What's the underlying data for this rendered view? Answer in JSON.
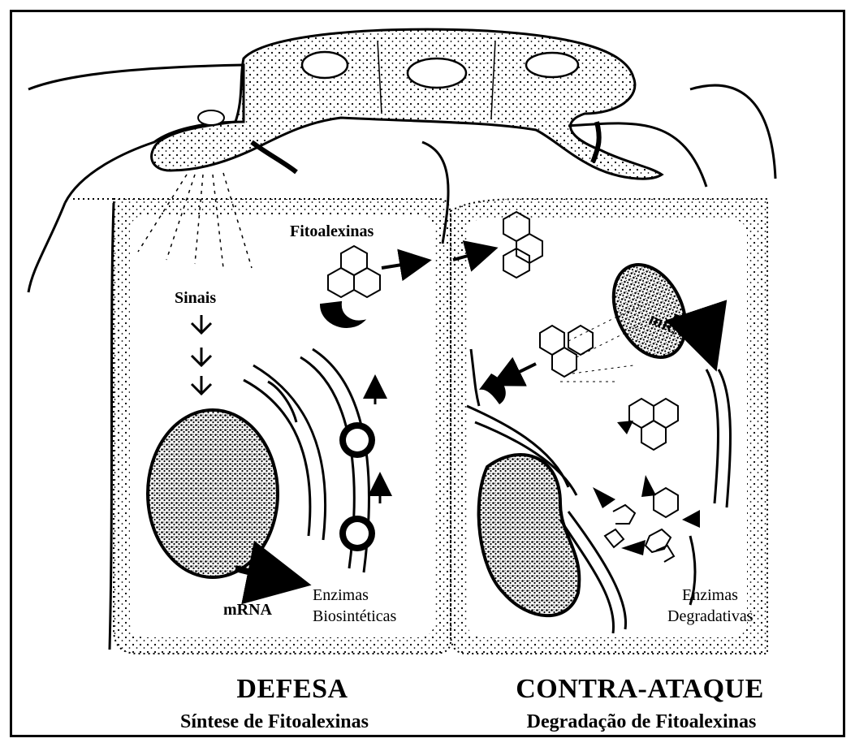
{
  "labels": {
    "fitoalexinas": "Fitoalexinas",
    "sinais": "Sinais",
    "mrna_left": "mRNA",
    "mrna_right": "mRNA",
    "enzimas_bio_1": "Enzimas",
    "enzimas_bio_2": "Biosintéticas",
    "enzimas_deg_1": "Enzimas",
    "enzimas_deg_2": "Degradativas"
  },
  "left_panel": {
    "heading": "DEFESA",
    "subheading": "Síntese de Fitoalexinas"
  },
  "right_panel": {
    "heading": "CONTRA-ATAQUE",
    "subheading": "Degradação de Fitoalexinas"
  }
}
